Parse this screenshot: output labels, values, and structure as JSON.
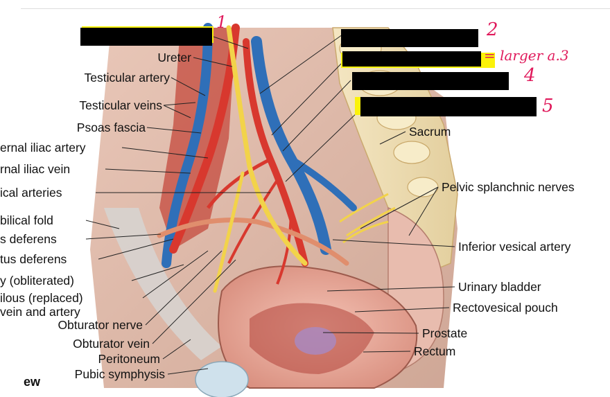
{
  "labels_left": [
    "Ureter",
    "Testicular artery",
    "Testicular veins",
    "Psoas fascia",
    "ernal iliac artery",
    "rnal iliac vein",
    "ical arteries",
    "bilical fold",
    "s deferens",
    "tus deferens",
    "y (obliterated)",
    "ilous (replaced)",
    "vein and artery",
    "Obturator nerve",
    "Obturator vein",
    "Peritoneum",
    "Pubic symphysis"
  ],
  "labels_right": [
    "Sacrum",
    "Pelvic splanchnic nerves",
    "Inferior vesical artery",
    "Urinary bladder",
    "Rectovesical pouch",
    "Prostate",
    "Rectum"
  ],
  "handwritten": {
    "n1": "1",
    "n2": "2",
    "n3": "= larger a.3",
    "n4": "4",
    "n5": "5"
  },
  "corner_text": "ew",
  "colors": {
    "highlight": "#fbf20a",
    "redaction": "#000000",
    "annotation": "#e0195b",
    "artery": "#d8382e",
    "vein": "#2f6fb8",
    "nerve": "#f2d34a"
  }
}
